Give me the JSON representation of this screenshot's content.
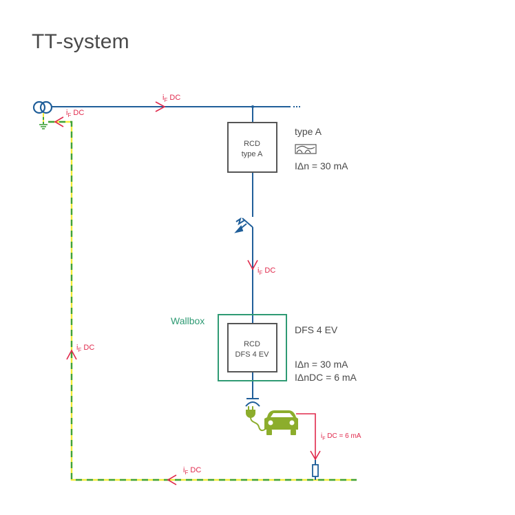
{
  "title": "TT-system",
  "colors": {
    "phase_line": "#1f5e99",
    "pe_yellow": "#f3ec3a",
    "pe_green": "#3fa13a",
    "fault_current": "#e0284b",
    "wallbox": "#2e9a73",
    "device_box": "#555555",
    "car": "#8cad2c",
    "text": "#4a4a4a"
  },
  "fault_current_labels": {
    "main_line": {
      "sym": "i",
      "sub": "F",
      "rest": " DC"
    },
    "earth_return": {
      "sym": "i",
      "sub": "F",
      "rest": " DC"
    },
    "branch": {
      "sym": "i",
      "sub": "F",
      "rest": " DC"
    },
    "pe_vertical": {
      "sym": "i",
      "sub": "F",
      "rest": " DC"
    },
    "pe_bottom": {
      "sym": "i",
      "sub": "F",
      "rest": " DC"
    },
    "car_leak": {
      "sym": "i",
      "sub": "F",
      "rest": " DC = 6 mA"
    }
  },
  "rcd_upstream": {
    "box_line1": "RCD",
    "box_line2": "type A",
    "type_label": "type A",
    "waveform_icon": "pulsating-dc-waveform-icon",
    "rating": "IΔn = 30 mA"
  },
  "wallbox": {
    "label": "Wallbox",
    "box_line1": "RCD",
    "box_line2": "DFS 4 EV",
    "device_label": "DFS 4 EV",
    "rating_ac": "IΔn = 30 mA",
    "rating_dc": "IΔnDC = 6 mA"
  },
  "icons": [
    "transformer-icon",
    "ground-icon",
    "circuit-breaker-icon",
    "socket-icon",
    "plug-icon",
    "car-icon",
    "resistor-icon"
  ]
}
